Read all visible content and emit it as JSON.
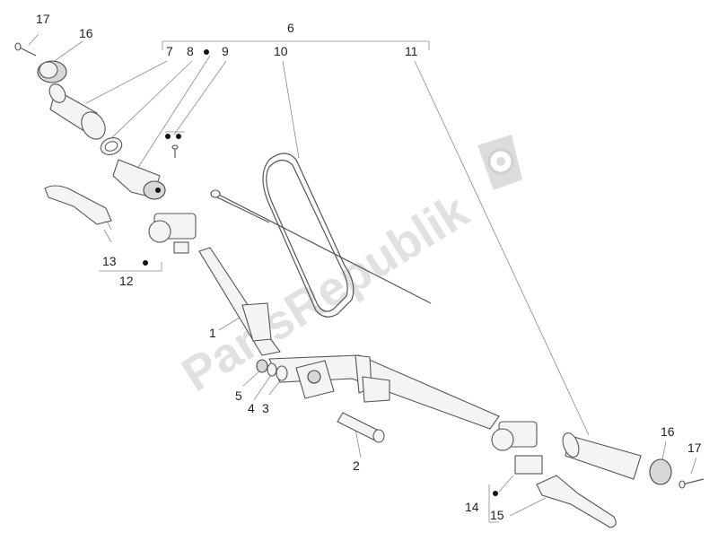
{
  "watermark": {
    "text": "PartsRepublik",
    "icon": "gear-icon"
  },
  "callouts": {
    "c1": "1",
    "c2": "2",
    "c3": "3",
    "c4": "4",
    "c5": "5",
    "c6": "6",
    "c7": "7",
    "c8": "8",
    "c9": "9",
    "c10": "10",
    "c11": "11",
    "c12": "12",
    "c13": "13",
    "c14": "14",
    "c15": "15",
    "c16a": "16",
    "c16b": "16",
    "c17a": "17",
    "c17b": "17"
  }
}
